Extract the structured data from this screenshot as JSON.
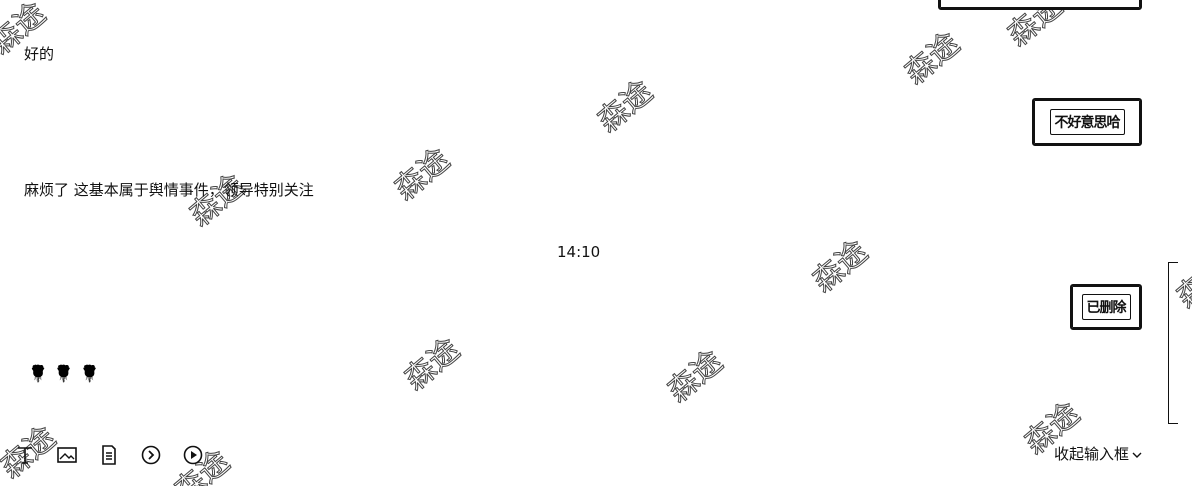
{
  "chat": {
    "messages_left": [
      {
        "text": "好的"
      },
      {
        "text": "麻烦了 这基本属于舆情事件，领导特别关注"
      }
    ],
    "time_divider": "14:10",
    "flowers_text": "🌹🌹🌹",
    "messages_right": [
      {
        "text": ""
      },
      {
        "text": "不好意思哈"
      },
      {
        "text": "已删除"
      }
    ]
  },
  "watermark": {
    "text": "森途"
  },
  "input_toolbar": {
    "tools": [
      {
        "icon": "text-format-icon",
        "glyph": "T"
      },
      {
        "icon": "image-icon"
      },
      {
        "icon": "file-icon"
      },
      {
        "icon": "screenshot-icon"
      },
      {
        "icon": "video-icon"
      }
    ],
    "collapse_label": "收起输入框",
    "collapse_icon": "chevron-down-icon"
  }
}
